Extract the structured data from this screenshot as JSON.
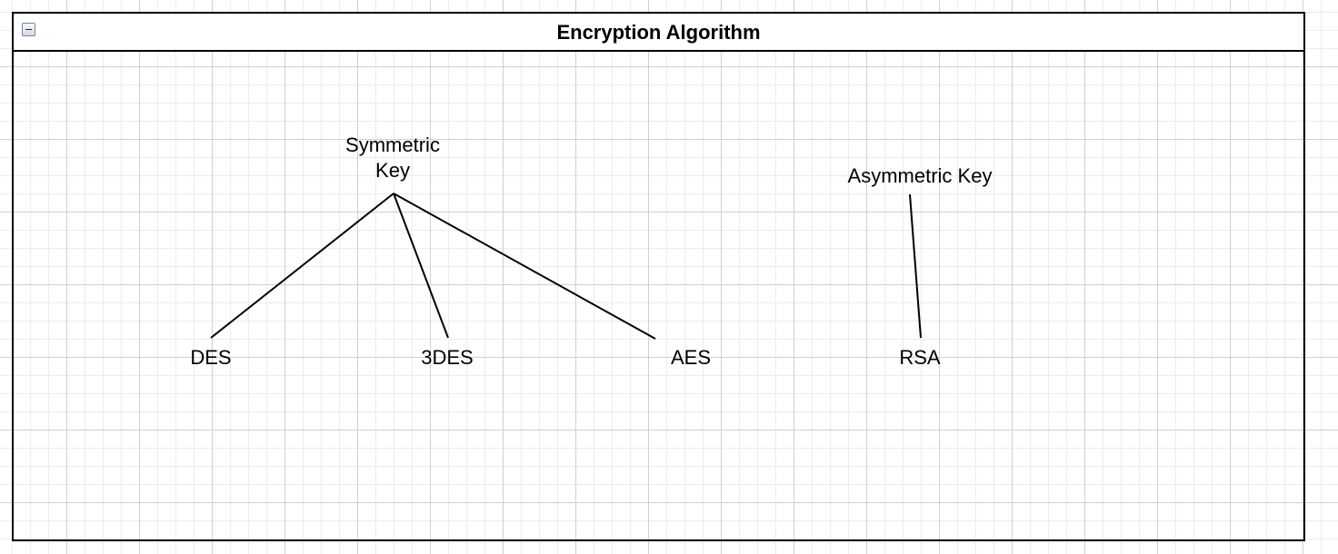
{
  "container": {
    "title": "Encryption Algorithm",
    "collapse_icon": "minus-square-icon"
  },
  "nodes": {
    "symmetric_key": "Symmetric\nKey",
    "asymmetric_key": "Asymmetric Key",
    "des": "DES",
    "triple_des": "3DES",
    "aes": "AES",
    "rsa": "RSA"
  },
  "edges": [
    {
      "from": "symmetric_key",
      "to": "des"
    },
    {
      "from": "symmetric_key",
      "to": "triple_des"
    },
    {
      "from": "symmetric_key",
      "to": "aes"
    },
    {
      "from": "asymmetric_key",
      "to": "rsa"
    }
  ],
  "colors": {
    "line": "#000000",
    "text": "#000000",
    "grid": "#d0d0d0",
    "background": "#ffffff"
  }
}
